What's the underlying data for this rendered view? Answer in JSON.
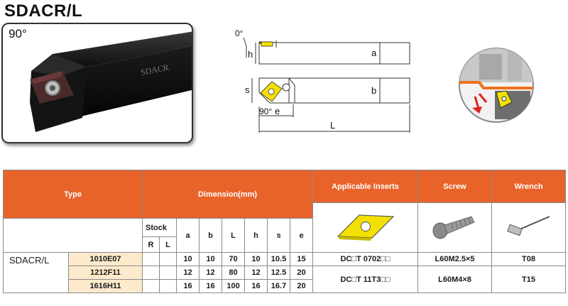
{
  "title": "SDACR/L",
  "photo": {
    "angle": "90°",
    "body_text": "SDACR"
  },
  "drawing": {
    "zero_angle": "0°",
    "h": "h",
    "a": "a",
    "s": "s",
    "b": "b",
    "angle": "90°",
    "e": "e",
    "L": "L"
  },
  "table": {
    "type_header": "Type",
    "dimension_header": "Dimension(mm)",
    "inserts_header": "Applicable Inserts",
    "screw_header": "Screw",
    "wrench_header": "Wrench",
    "stock_label": "Stock",
    "r_label": "R",
    "l_label": "L",
    "col_a": "a",
    "col_b": "b",
    "col_L": "L",
    "col_h": "h",
    "col_s": "s",
    "col_e": "e",
    "type_name": "SDACR/L",
    "rows": [
      {
        "code": "1010E07",
        "a": "10",
        "b": "10",
        "L": "70",
        "h": "10",
        "s": "10.5",
        "e": "15"
      },
      {
        "code": "1212F11",
        "a": "12",
        "b": "12",
        "L": "80",
        "h": "12",
        "s": "12.5",
        "e": "20"
      },
      {
        "code": "1616H11",
        "a": "16",
        "b": "16",
        "L": "100",
        "h": "16",
        "s": "16.7",
        "e": "20"
      }
    ],
    "insert_1": "DC□T 0702□□",
    "insert_2": "DC□T 11T3□□",
    "screw_1": "L60M2.5×5",
    "screw_2": "L60M4×8",
    "wrench_1": "T08",
    "wrench_2": "T15"
  },
  "colors": {
    "header_orange": "#e8632a",
    "code_fill": "#fdeacc",
    "insert_yellow": "#f3e000"
  }
}
